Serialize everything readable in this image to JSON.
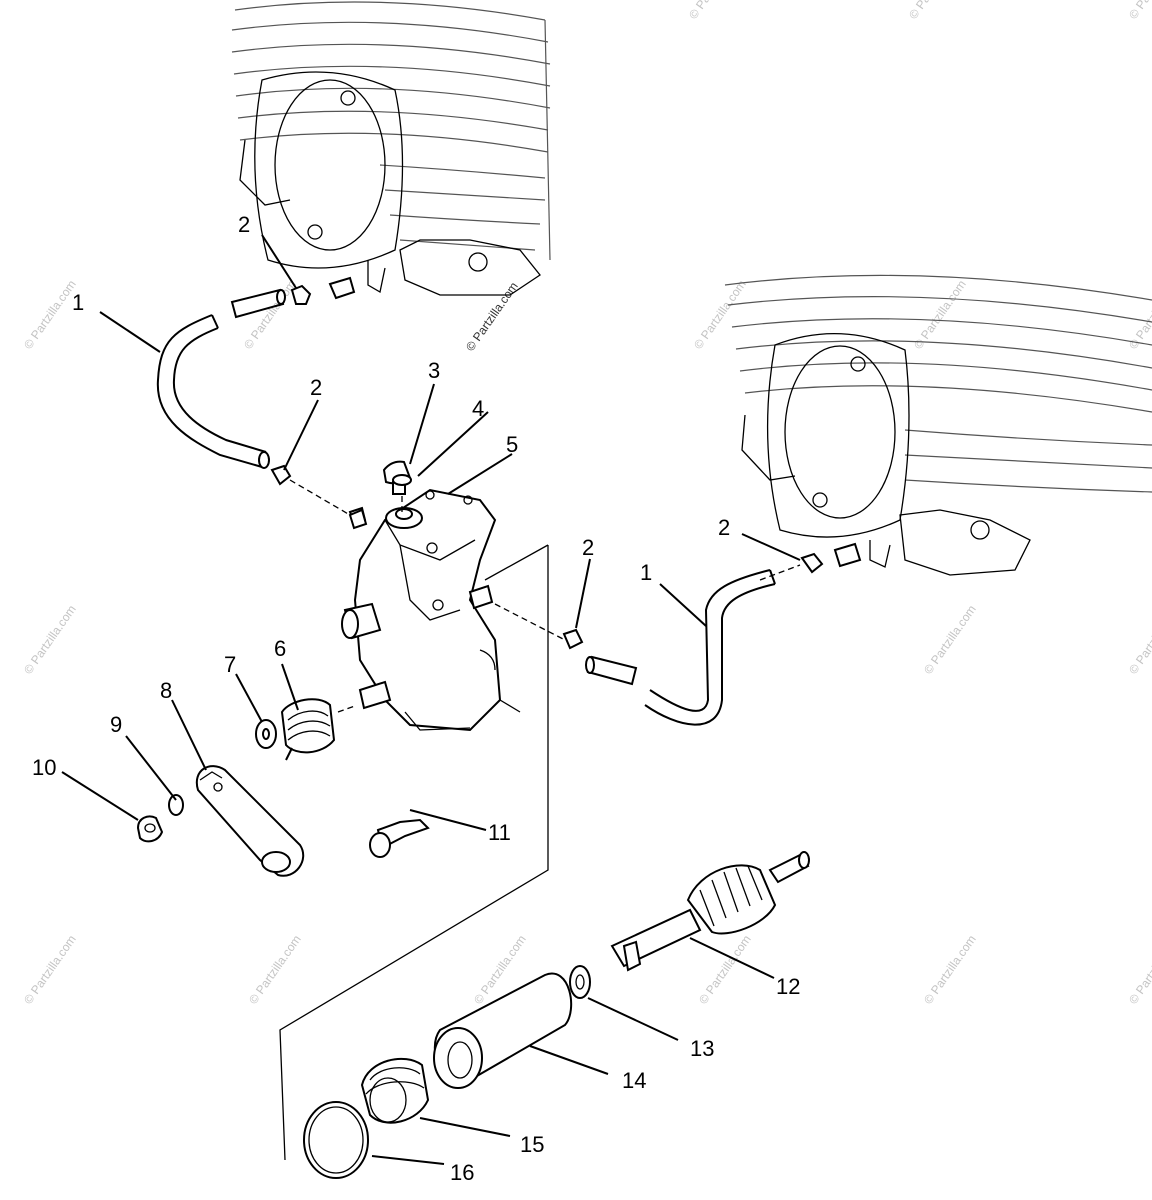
{
  "watermark": {
    "text": "© Partzilla.com"
  },
  "callouts": [
    {
      "id": "c1a",
      "text": "1"
    },
    {
      "id": "c1b",
      "text": "1"
    },
    {
      "id": "c2a",
      "text": "2"
    },
    {
      "id": "c2b",
      "text": "2"
    },
    {
      "id": "c2c",
      "text": "2"
    },
    {
      "id": "c2d",
      "text": "2"
    },
    {
      "id": "c3",
      "text": "3"
    },
    {
      "id": "c4",
      "text": "4"
    },
    {
      "id": "c5",
      "text": "5"
    },
    {
      "id": "c6",
      "text": "6"
    },
    {
      "id": "c7",
      "text": "7"
    },
    {
      "id": "c8",
      "text": "8"
    },
    {
      "id": "c9",
      "text": "9"
    },
    {
      "id": "c10",
      "text": "10"
    },
    {
      "id": "c11",
      "text": "11"
    },
    {
      "id": "c12",
      "text": "12"
    },
    {
      "id": "c13",
      "text": "13"
    },
    {
      "id": "c14",
      "text": "14"
    },
    {
      "id": "c15",
      "text": "15"
    },
    {
      "id": "c16",
      "text": "16"
    }
  ]
}
